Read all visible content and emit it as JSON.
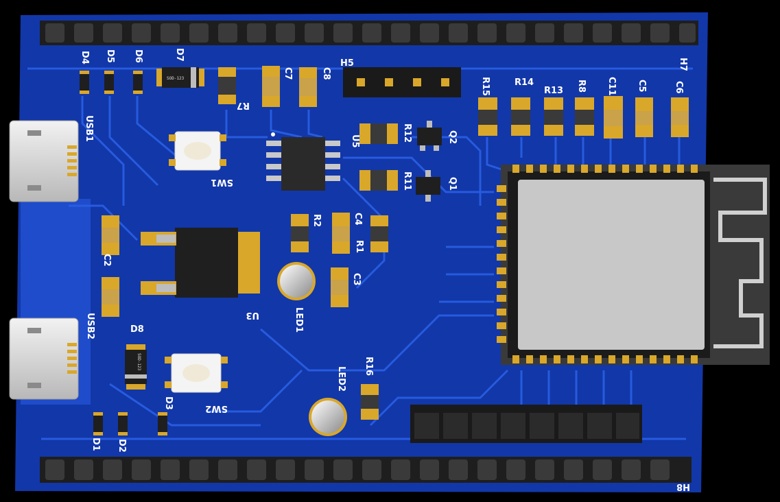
{
  "board": {
    "colors": {
      "substrate": "#1237a8",
      "trace": "#2a5fe6",
      "pad_gold": "#d9a72a",
      "silkscreen": "#ffffff",
      "header_black": "#1e1e1e",
      "module_shield": "#c8c8c8",
      "antenna_keepout": "#3a3a3a"
    },
    "labels": {
      "D4": "D4",
      "D5": "D5",
      "D6": "D6",
      "D7": "D7",
      "R7": "R7",
      "C7": "C7",
      "C8": "C8",
      "H5": "H5",
      "R15": "R15",
      "R14": "R14",
      "R13": "R13",
      "R8": "R8",
      "C11": "C11",
      "C5": "C5",
      "C6": "C6",
      "H7": "H7",
      "USB1": "USB1",
      "SW1": "SW1",
      "U5": "U5",
      "R12": "R12",
      "Q2": "Q2",
      "R11": "R11",
      "Q1": "Q1",
      "R2": "R2",
      "C4": "C4",
      "R1": "R1",
      "C3": "C3",
      "C2": "C2",
      "U3": "U3",
      "LED1": "LED1",
      "USB2": "USB2",
      "D8": "D8",
      "D3": "D3",
      "SW2": "SW2",
      "LED2": "LED2",
      "R16": "R16",
      "D1": "D1",
      "D2": "D2",
      "H8": "H8"
    },
    "package_marks": {
      "d7": "SOD-123",
      "d8": "SOD-123"
    }
  }
}
